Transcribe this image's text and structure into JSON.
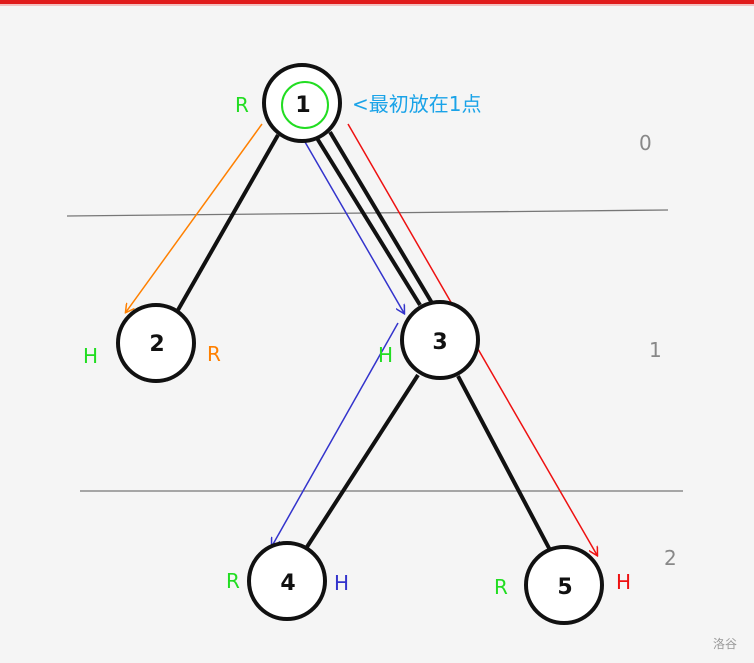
{
  "colors": {
    "green": "#22dd22",
    "orange": "#ff8000",
    "blue": "#3333cc",
    "red": "#ee1111",
    "note": "#1aa3e8",
    "level": "#888888",
    "topbar": "#e01b1b"
  },
  "nodes": [
    {
      "id": "1",
      "label": "1"
    },
    {
      "id": "2",
      "label": "2"
    },
    {
      "id": "3",
      "label": "3"
    },
    {
      "id": "4",
      "label": "4"
    },
    {
      "id": "5",
      "label": "5"
    }
  ],
  "edges": [
    {
      "from": "1",
      "to": "2"
    },
    {
      "from": "1",
      "to": "3"
    },
    {
      "from": "3",
      "to": "4"
    },
    {
      "from": "3",
      "to": "5"
    }
  ],
  "level_labels": [
    "0",
    "1",
    "2"
  ],
  "marks": {
    "node1_left": "R",
    "node2_left": "H",
    "node2_right": "R",
    "node3_left": "H",
    "node4_left": "R",
    "node4_right": "H",
    "node5_left": "R",
    "node5_right": "H"
  },
  "note": "<最初放在1点",
  "watermark": "洛谷"
}
